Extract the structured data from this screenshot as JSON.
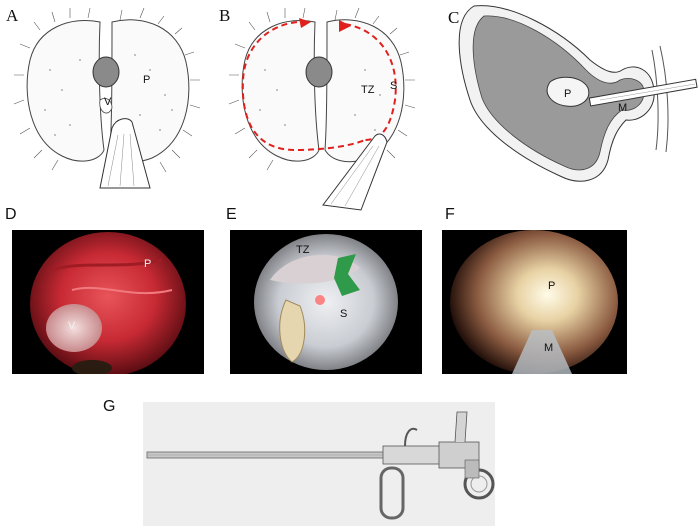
{
  "panels": {
    "a": {
      "label": "A",
      "notes": {
        "p": "P",
        "v": "V"
      }
    },
    "b": {
      "label": "B",
      "notes": {
        "tz": "TZ",
        "s": "S"
      }
    },
    "c": {
      "label": "C",
      "notes": {
        "p": "P",
        "m": "M"
      }
    },
    "d": {
      "label": "D",
      "notes": {
        "p": "P",
        "v": "V"
      }
    },
    "e": {
      "label": "E",
      "notes": {
        "tz": "TZ",
        "s": "S"
      }
    },
    "f": {
      "label": "F",
      "notes": {
        "p": "P",
        "m": "M"
      }
    },
    "g": {
      "label": "G"
    }
  },
  "colors": {
    "lobe_fill": "#fafafa",
    "lumen_gray": "#8a8a8a",
    "dash_red": "#e0201c",
    "bladder_gray": "#9a9a9a",
    "green_mark": "#2e9a4a"
  }
}
